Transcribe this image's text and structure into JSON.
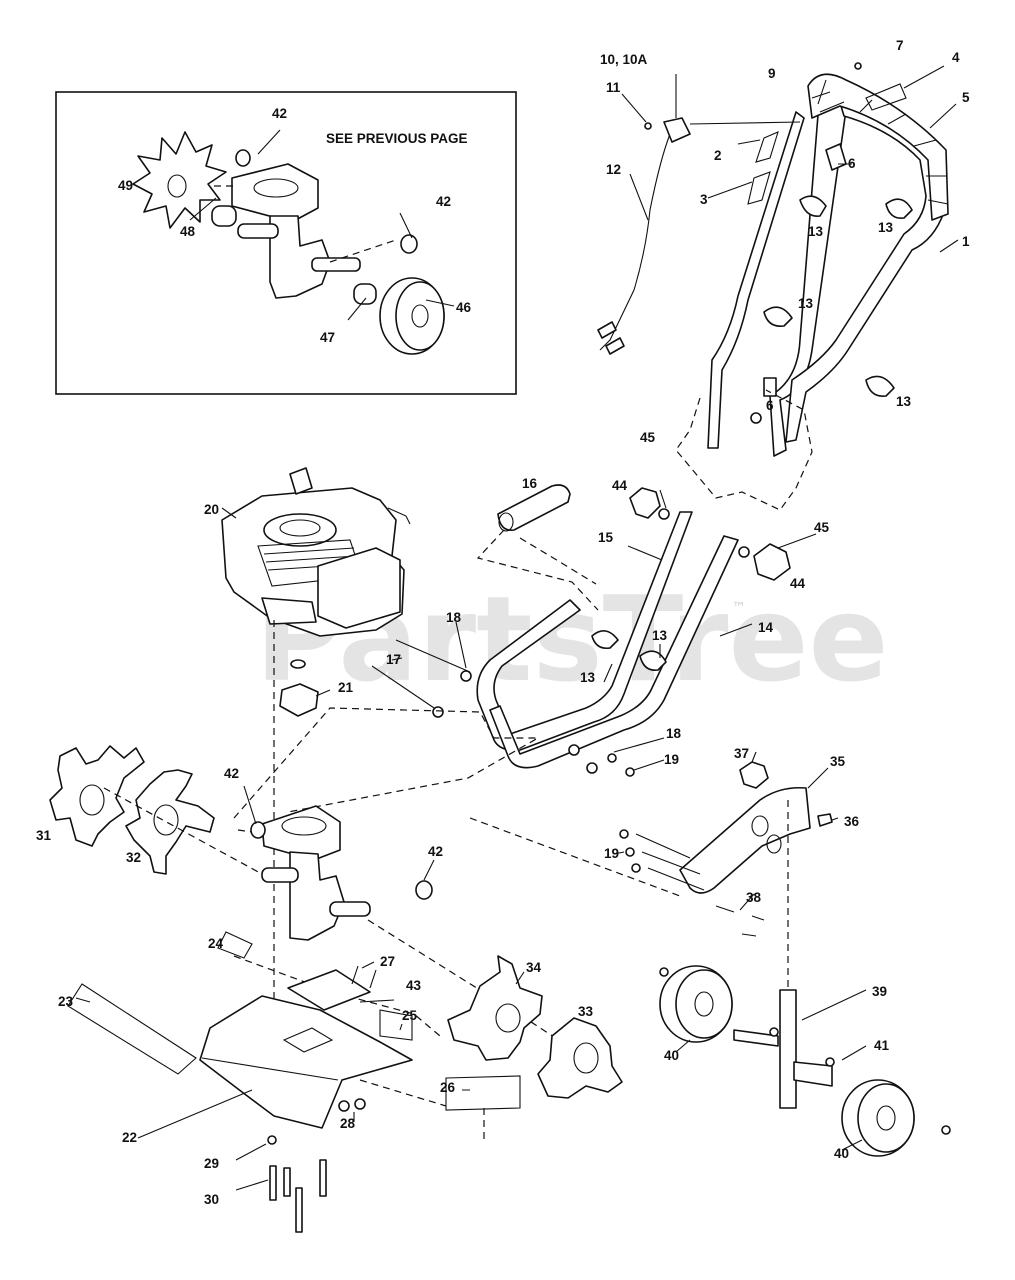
{
  "watermark": {
    "text": "PartsTree",
    "trademark": "™"
  },
  "inset": {
    "title": "SEE PREVIOUS PAGE"
  },
  "labels": {
    "p1": "1",
    "p2": "2",
    "p3": "3",
    "p4": "4",
    "p5": "5",
    "p6a": "6",
    "p6b": "6",
    "p7": "7",
    "p9": "9",
    "p10": "10, 10A",
    "p11": "11",
    "p12": "12",
    "p13a": "13",
    "p13b": "13",
    "p13c": "13",
    "p13d": "13",
    "p13e": "13",
    "p13f": "13",
    "p14": "14",
    "p15": "15",
    "p16": "16",
    "p17": "17",
    "p18a": "18",
    "p18b": "18",
    "p19a": "19",
    "p19b": "19",
    "p20": "20",
    "p21": "21",
    "p22": "22",
    "p23": "23",
    "p24": "24",
    "p25": "25",
    "p26": "26",
    "p27": "27",
    "p28": "28",
    "p29": "29",
    "p30": "30",
    "p31": "31",
    "p32": "32",
    "p33": "33",
    "p34": "34",
    "p35": "35",
    "p36": "36",
    "p37": "37",
    "p38": "38",
    "p39": "39",
    "p40a": "40",
    "p40b": "40",
    "p41": "41",
    "p42a": "42",
    "p42b": "42",
    "p42c": "42",
    "p42d": "42",
    "p43": "43",
    "p44a": "44",
    "p44b": "44",
    "p45a": "45",
    "p45b": "45",
    "p46": "46",
    "p47": "47",
    "p48": "48",
    "p49": "49"
  }
}
